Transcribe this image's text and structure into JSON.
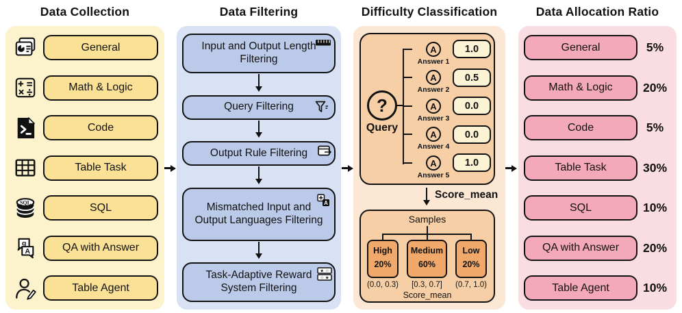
{
  "columns": {
    "collection": {
      "title": "Data Collection",
      "items": [
        {
          "label": "General",
          "icon": "slides-icon"
        },
        {
          "label": "Math & Logic",
          "icon": "math-icon"
        },
        {
          "label": "Code",
          "icon": "code-file-icon"
        },
        {
          "label": "Table Task",
          "icon": "table-icon"
        },
        {
          "label": "SQL",
          "icon": "sql-database-icon"
        },
        {
          "label": "QA with Answer",
          "icon": "qa-bubbles-icon"
        },
        {
          "label": "Table Agent",
          "icon": "agent-pencil-icon"
        }
      ]
    },
    "filtering": {
      "title": "Data Filtering",
      "steps": [
        {
          "label": "Input and Output Length Filtering",
          "icon": "ruler-icon"
        },
        {
          "label": "Query Filtering",
          "icon": "funnel-icon"
        },
        {
          "label": "Output Rule Filtering",
          "icon": "output-rule-icon"
        },
        {
          "label": "Mismatched Input and Output Languages Filtering",
          "icon": "translate-icon"
        },
        {
          "label": "Task-Adaptive Reward System Filtering",
          "icon": "reward-stars-icon"
        }
      ]
    },
    "classification": {
      "title": "Difficulty Classification",
      "query_mark": "?",
      "query_label": "Query",
      "answer_mark": "A",
      "answers": [
        {
          "label": "Answer 1",
          "score": "1.0"
        },
        {
          "label": "Answer 2",
          "score": "0.5"
        },
        {
          "label": "Answer 3",
          "score": "0.0"
        },
        {
          "label": "Answer 4",
          "score": "0.0"
        },
        {
          "label": "Answer 5",
          "score": "1.0"
        }
      ],
      "score_mean_label": "Score_mean",
      "samples": {
        "title": "Samples",
        "bins": [
          {
            "name": "High",
            "percent": "20%",
            "range": "(0.0, 0.3)"
          },
          {
            "name": "Medium",
            "percent": "60%",
            "range": "[0.3, 0.7]"
          },
          {
            "name": "Low",
            "percent": "20%",
            "range": "(0.7, 1.0)"
          }
        ],
        "axis_label": "Score_mean"
      }
    },
    "allocation": {
      "title": "Data Allocation Ratio",
      "items": [
        {
          "label": "General",
          "percent": "5%"
        },
        {
          "label": "Math & Logic",
          "percent": "20%"
        },
        {
          "label": "Code",
          "percent": "5%"
        },
        {
          "label": "Table Task",
          "percent": "30%"
        },
        {
          "label": "SQL",
          "percent": "10%"
        },
        {
          "label": "QA with Answer",
          "percent": "20%"
        },
        {
          "label": "Table Agent",
          "percent": "10%"
        }
      ]
    }
  },
  "colors": {
    "collection_panel": "#FCF2CC",
    "collection_box": "#FAE196",
    "filtering_panel": "#D9E1F4",
    "filtering_box": "#BCCAEA",
    "classification_panel": "#FBE7D4",
    "classification_box": "#F6CFA6",
    "score_chip": "#FCF3D4",
    "bin_box": "#F0A96B",
    "allocation_panel": "#FADCE3",
    "allocation_box": "#F3A9B9",
    "outline": "#111111"
  }
}
